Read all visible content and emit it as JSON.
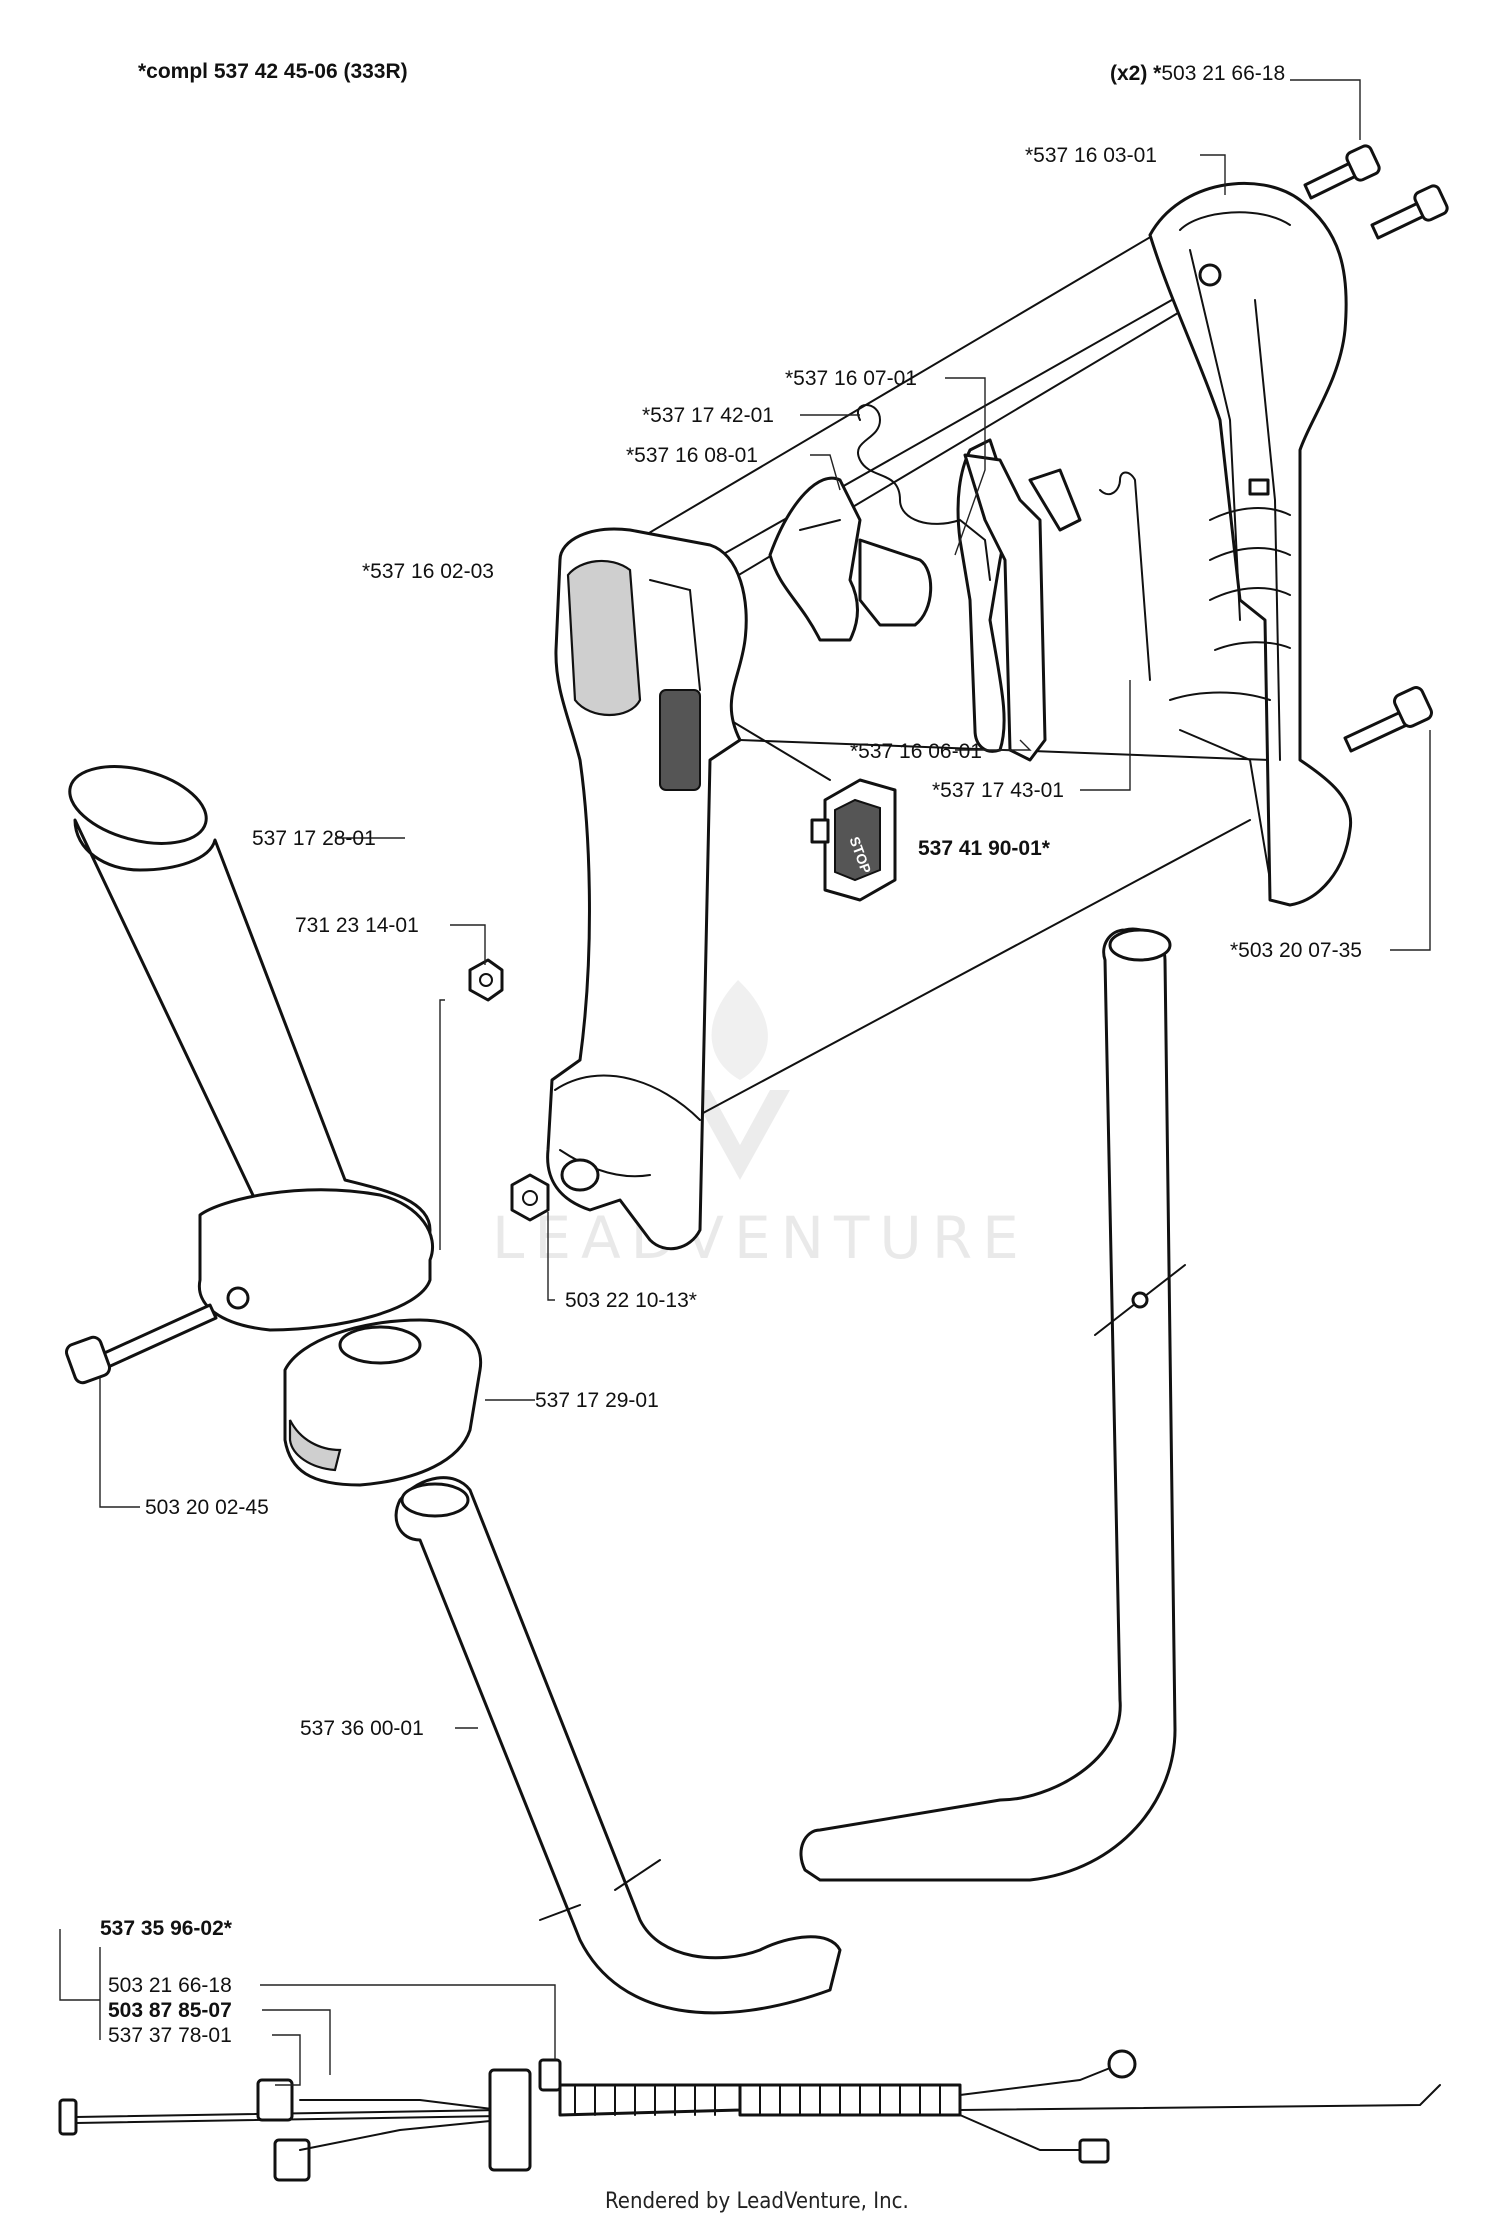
{
  "header": {
    "assembly_label": "*compl 537 42 45-06 (333R)"
  },
  "parts": [
    {
      "id": "p1",
      "number": "503 21 66-18",
      "prefix": "(x2) *"
    },
    {
      "id": "p2",
      "number": "*537 16 03-01"
    },
    {
      "id": "p3",
      "number": "*537 16 07-01"
    },
    {
      "id": "p4",
      "number": "*537 17 42-01"
    },
    {
      "id": "p5",
      "number": "*537 16 08-01"
    },
    {
      "id": "p6",
      "number": "*537 16 02-03"
    },
    {
      "id": "p7",
      "number": "537 17 28-01"
    },
    {
      "id": "p8",
      "number": "*537 16 06-01"
    },
    {
      "id": "p9",
      "number": "*537 17 43-01"
    },
    {
      "id": "p10",
      "number": "537 41 90-01*"
    },
    {
      "id": "p11",
      "number": "731 23 14-01"
    },
    {
      "id": "p12",
      "number": "*503 20 07-35"
    },
    {
      "id": "p13",
      "number": "503 22 10-13*"
    },
    {
      "id": "p14",
      "number": "537 17 29-01"
    },
    {
      "id": "p15",
      "number": "503 20 02-45"
    },
    {
      "id": "p16",
      "number": "537 36 00-01"
    },
    {
      "id": "p17",
      "number": "537 35 96-02*"
    },
    {
      "id": "p18",
      "number": "503 21 66-18"
    },
    {
      "id": "p19",
      "number": "503 87 85-07"
    },
    {
      "id": "p20",
      "number": "537 37 78-01"
    }
  ],
  "switch_text": "STOP",
  "watermark": "LEADVENTURE",
  "footer": {
    "rendered_by": "Rendered by LeadVenture, Inc."
  }
}
